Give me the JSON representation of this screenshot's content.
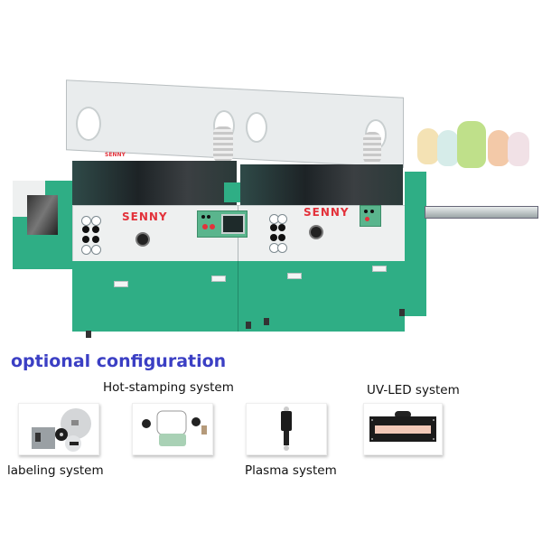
{
  "product": {
    "brand_left": "SENNY",
    "brand_right": "SENNY",
    "brand_top_small": "SENNY",
    "colors": {
      "machine_green": "#2fae85",
      "panel_white": "#eef0f0",
      "brand_red": "#e3323b",
      "title_blue": "#3b3fc4"
    }
  },
  "sample_bottles": [
    {
      "color": "#f4e2b4"
    },
    {
      "color": "#d6ece9"
    },
    {
      "color": "#bfe08a"
    },
    {
      "color": "#f3c9a8"
    },
    {
      "color": "#f1e1e6"
    }
  ],
  "section": {
    "title": "optional configuration",
    "options": [
      {
        "label": "Hot-stamping system",
        "icon": "hot-stamping-icon"
      },
      {
        "label": "UV-LED system",
        "icon": "uv-led-icon"
      },
      {
        "label": "labeling system",
        "icon": "labeling-icon"
      },
      {
        "label": "Plasma system",
        "icon": "plasma-icon"
      }
    ]
  }
}
